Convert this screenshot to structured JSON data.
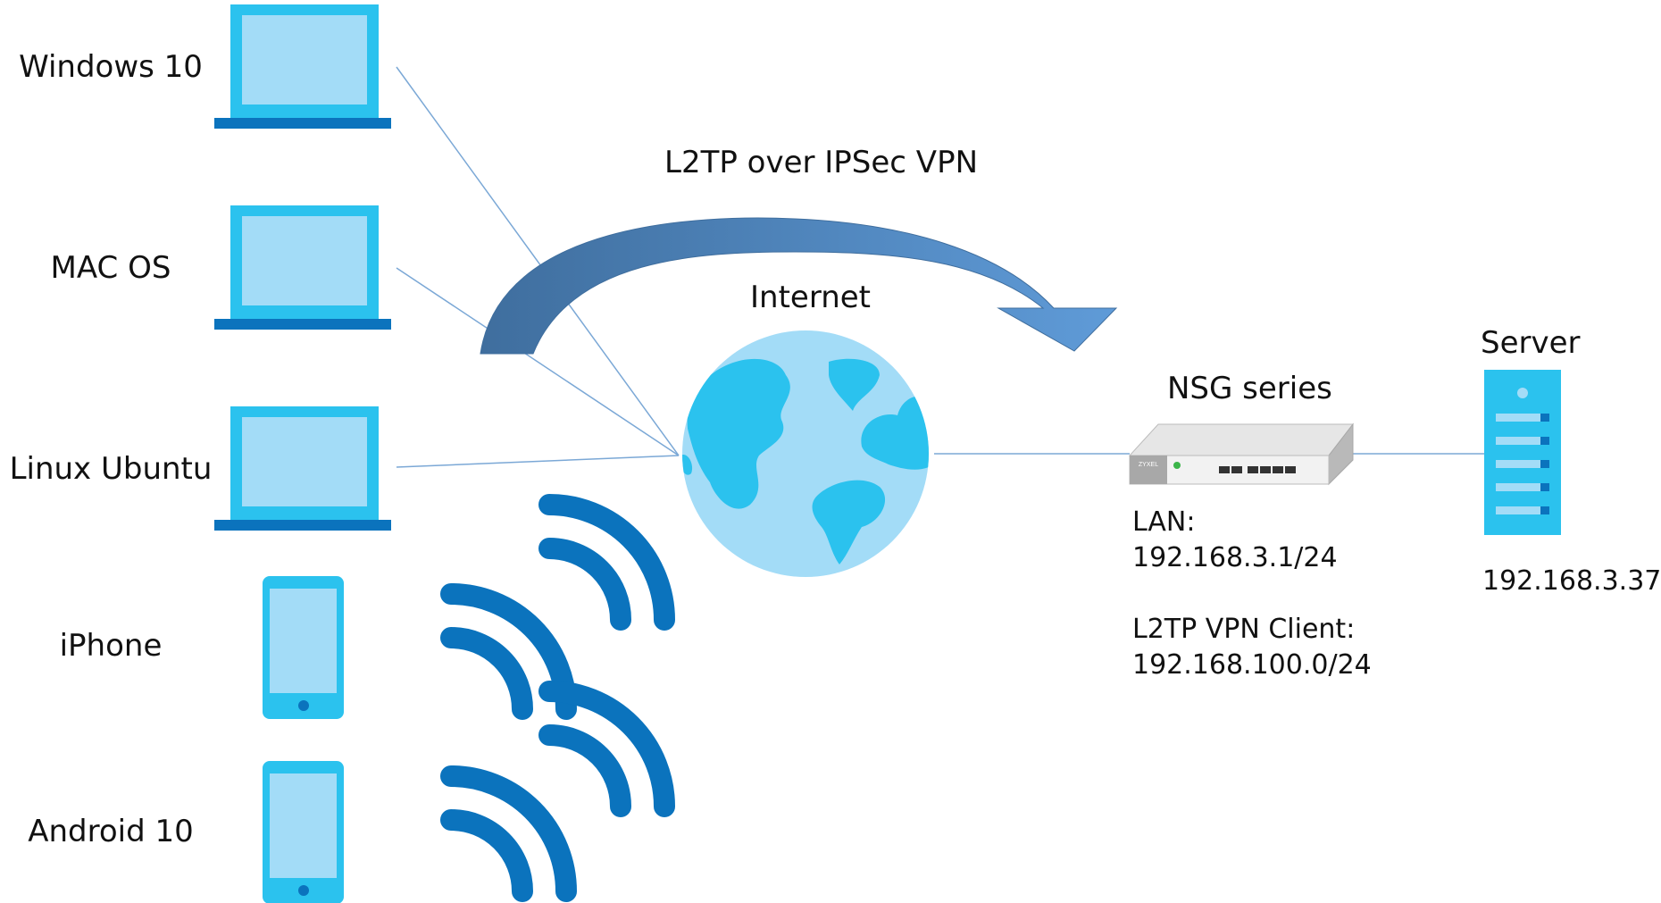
{
  "clients": [
    {
      "label": "Windows 10",
      "device": "laptop-icon"
    },
    {
      "label": "MAC OS",
      "device": "laptop-icon"
    },
    {
      "label": "Linux Ubuntu",
      "device": "laptop-icon"
    },
    {
      "label": "iPhone",
      "device": "phone-icon"
    },
    {
      "label": "Android 10",
      "device": "phone-icon"
    }
  ],
  "tunnel_label": "L2TP over IPSec VPN",
  "internet_label": "Internet",
  "gateway": {
    "label": "NSG series",
    "lan_heading": "LAN:",
    "lan_subnet": "192.168.3.1/24",
    "vpn_heading": "L2TP VPN Client:",
    "vpn_subnet": "192.168.100.0/24",
    "brand": "ZYXEL"
  },
  "server": {
    "label": "Server",
    "ip": "192.168.3.37"
  },
  "colors": {
    "device_frame": "#2BC2EE",
    "device_screen": "#A3DCF7",
    "device_base": "#0B73BD",
    "globe_ocean": "#A3DCF7",
    "globe_land": "#2BC2EE",
    "wifi": "#0B73BD",
    "arrow": "#4C80B8",
    "link": "#7BA8D6"
  }
}
